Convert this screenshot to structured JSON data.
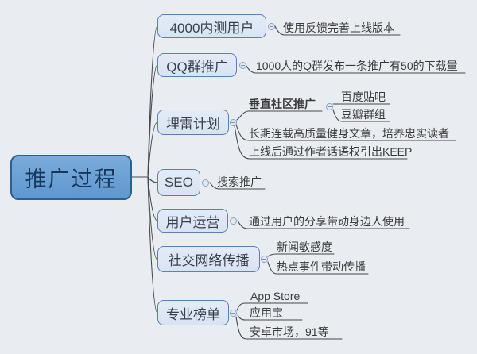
{
  "colors": {
    "background": "#e9edf2",
    "root_fill_top": "#7aabdb",
    "root_fill_bottom": "#5f97cf",
    "root_border": "#2b608f",
    "root_text": "#17365d",
    "branch_fill_top": "#e4ebf7",
    "branch_fill_bottom": "#d8e3f3",
    "branch_border": "#5c7fb5",
    "branch_text": "#39404d",
    "line": "#45494f",
    "leaf_text": "#3b3b3b",
    "toggle_fill": "#e3eaf5",
    "toggle_border": "#8aa0c8"
  },
  "mindmap": {
    "root": {
      "label": "推广过程"
    },
    "branches": [
      {
        "label": "4000内测用户",
        "children": [
          {
            "label": "使用反馈完善上线版本"
          }
        ]
      },
      {
        "label": "QQ群推广",
        "children": [
          {
            "label": "1000人的Q群发布一条推广有50的下载量"
          }
        ]
      },
      {
        "label": "埋雷计划",
        "children": [
          {
            "label": "垂直社区推广",
            "children": [
              {
                "label": "百度贴吧"
              },
              {
                "label": "豆瓣群组"
              }
            ]
          },
          {
            "label": "长期连载高质量健身文章，培养忠实读者"
          },
          {
            "label": "上线后通过作者话语权引出KEEP"
          }
        ]
      },
      {
        "label": "SEO",
        "children": [
          {
            "label": "搜索推广"
          }
        ]
      },
      {
        "label": "用户运营",
        "children": [
          {
            "label": "通过用户的分享带动身边人使用"
          }
        ]
      },
      {
        "label": "社交网络传播",
        "children": [
          {
            "label": "新闻敏感度"
          },
          {
            "label": "热点事件带动传播"
          }
        ]
      },
      {
        "label": "专业榜单",
        "children": [
          {
            "label": "App Store"
          },
          {
            "label": "应用宝"
          },
          {
            "label": "安卓市场，91等"
          }
        ]
      }
    ]
  }
}
